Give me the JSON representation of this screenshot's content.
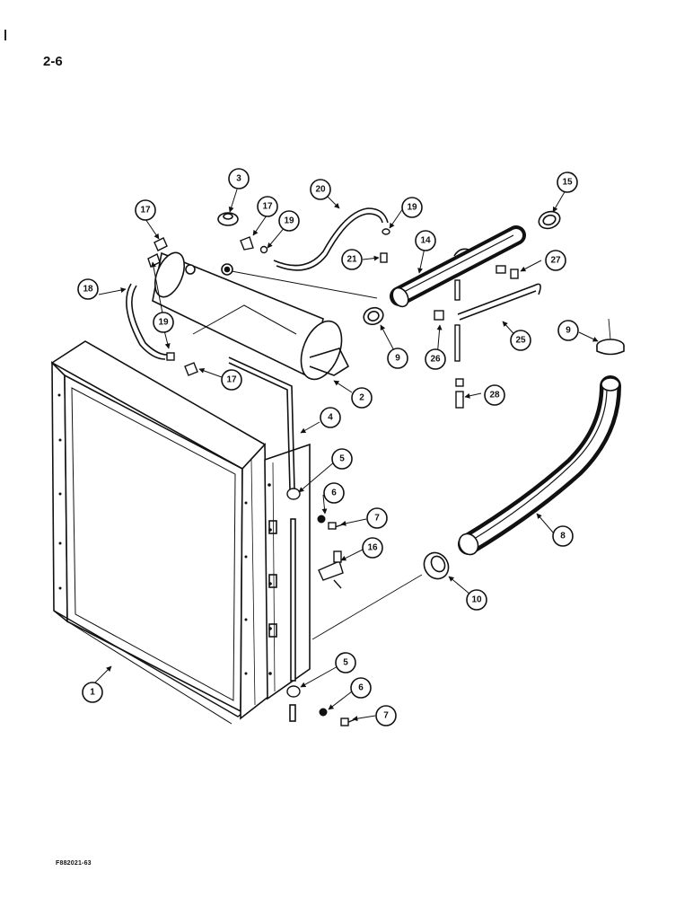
{
  "page": {
    "page_number": "2-6",
    "figure_code": "F882021-63"
  },
  "callouts": [
    {
      "id": "c1",
      "label": "1"
    },
    {
      "id": "c2",
      "label": "2"
    },
    {
      "id": "c3",
      "label": "3"
    },
    {
      "id": "c4",
      "label": "4"
    },
    {
      "id": "c5a",
      "label": "5"
    },
    {
      "id": "c5b",
      "label": "5"
    },
    {
      "id": "c6a",
      "label": "6"
    },
    {
      "id": "c6b",
      "label": "6"
    },
    {
      "id": "c7a",
      "label": "7"
    },
    {
      "id": "c7b",
      "label": "7"
    },
    {
      "id": "c8",
      "label": "8"
    },
    {
      "id": "c9a",
      "label": "9"
    },
    {
      "id": "c9b",
      "label": "9"
    },
    {
      "id": "c10",
      "label": "10"
    },
    {
      "id": "c14",
      "label": "14"
    },
    {
      "id": "c15",
      "label": "15"
    },
    {
      "id": "c16",
      "label": "16"
    },
    {
      "id": "c17a",
      "label": "17"
    },
    {
      "id": "c17b",
      "label": "17"
    },
    {
      "id": "c17c",
      "label": "17"
    },
    {
      "id": "c18",
      "label": "18"
    },
    {
      "id": "c19a",
      "label": "19"
    },
    {
      "id": "c19b",
      "label": "19"
    },
    {
      "id": "c19c",
      "label": "19"
    },
    {
      "id": "c20",
      "label": "20"
    },
    {
      "id": "c21",
      "label": "21"
    },
    {
      "id": "c25",
      "label": "25"
    },
    {
      "id": "c26",
      "label": "26"
    },
    {
      "id": "c27",
      "label": "27"
    },
    {
      "id": "c28",
      "label": "28"
    }
  ]
}
